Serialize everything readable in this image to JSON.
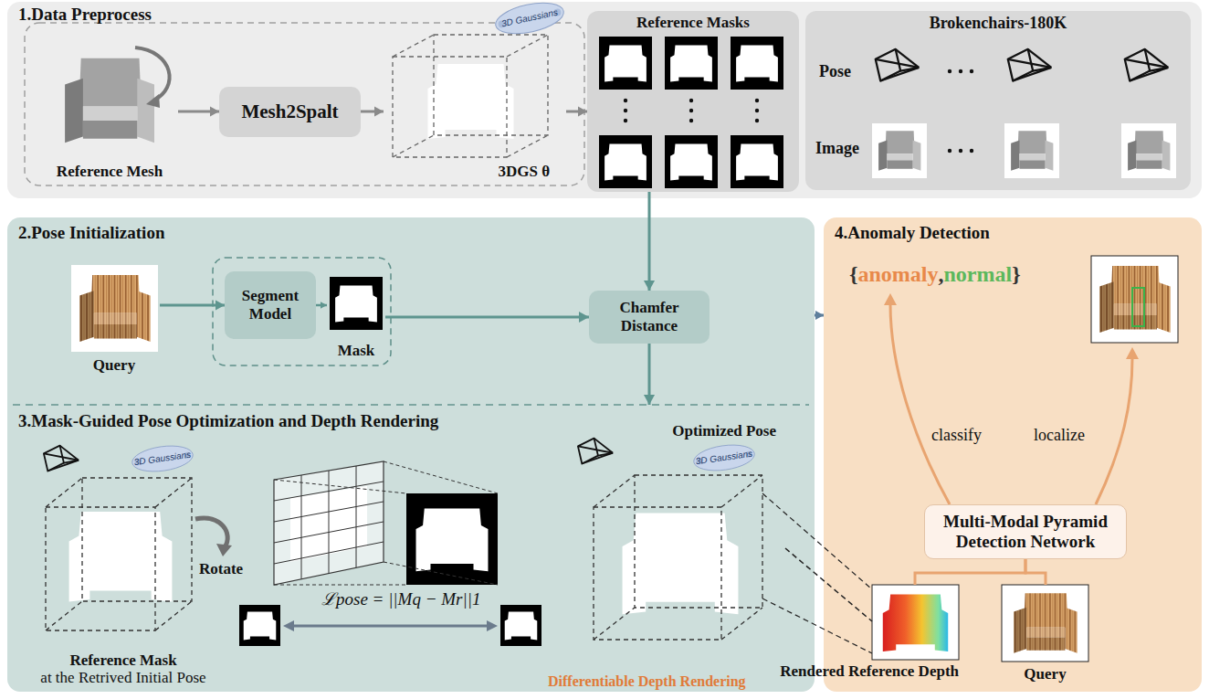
{
  "diagram": {
    "nodes": [
      {
        "text": [
          "1.Data Preprocess"
        ]
      },
      {
        "text": [
          "Reference Mesh"
        ],
        "in": 0
      },
      {
        "text": [
          "Mesh2Spalt"
        ],
        "in": 0
      },
      {
        "text": [
          "3DGS θ"
        ],
        "in": 0
      },
      {
        "text": [
          "Reference Masks"
        ],
        "in": 0
      },
      {
        "text": [
          "Brokenchairs-180K"
        ],
        "in": 0
      },
      {
        "text": [
          "2.Pose Initialization"
        ]
      },
      {
        "text": [
          "Query"
        ],
        "in": 6
      },
      {
        "text": [
          "Segment Model"
        ],
        "in": 6
      },
      {
        "text": [
          "Mask"
        ],
        "in": 6
      },
      {
        "text": [
          "Chamfer Distance"
        ],
        "in": 6
      },
      {
        "text": [
          "3.Mask-Guided Pose Optimization and Depth Rendering"
        ]
      },
      {
        "text": [
          "Reference Mask",
          "at the Retrived Initial Pose"
        ],
        "in": 11
      },
      {
        "text": [
          "Optimized Pose"
        ],
        "in": 11
      },
      {
        "text": [
          "4.Anomaly Detection"
        ]
      },
      {
        "text": [
          "Multi-Modal Pyramid Detection Network"
        ],
        "in": 14
      },
      {
        "text": [
          "Rendered Reference Depth"
        ],
        "in": 14
      },
      {
        "text": [
          "Query"
        ],
        "in": 14
      }
    ],
    "edges": [
      {
        "from": 1,
        "to": 2,
        "arrow": "to"
      },
      {
        "from": 2,
        "to": 3,
        "arrow": "to"
      },
      {
        "from": 3,
        "to": 4,
        "arrow": "to"
      },
      {
        "from": 4,
        "to": 10,
        "arrow": "to"
      },
      {
        "from": 7,
        "to": 8,
        "arrow": "to"
      },
      {
        "from": 8,
        "to": 9,
        "arrow": "to"
      },
      {
        "from": 9,
        "to": 10,
        "arrow": "to"
      },
      {
        "from": 10,
        "to": 11,
        "arrow": "to"
      },
      {
        "from": 6,
        "to": 14,
        "arrow": "to"
      },
      {
        "from": 13,
        "to": 16,
        "label": "Differentiable Depth Rendering",
        "arrow": "none"
      },
      {
        "from": 16,
        "to": 15,
        "arrow": "none"
      },
      {
        "from": 17,
        "to": 15,
        "arrow": "none"
      }
    ],
    "labels": [
      "3D Gaussians",
      "Pose",
      "Image",
      "Rotate",
      "ℒpose = ||Mq − Mr||1",
      "3D Gaussians",
      "3D Gaussians",
      "{",
      "anomaly",
      ",",
      "normal",
      "}",
      "classify",
      "localize"
    ]
  }
}
